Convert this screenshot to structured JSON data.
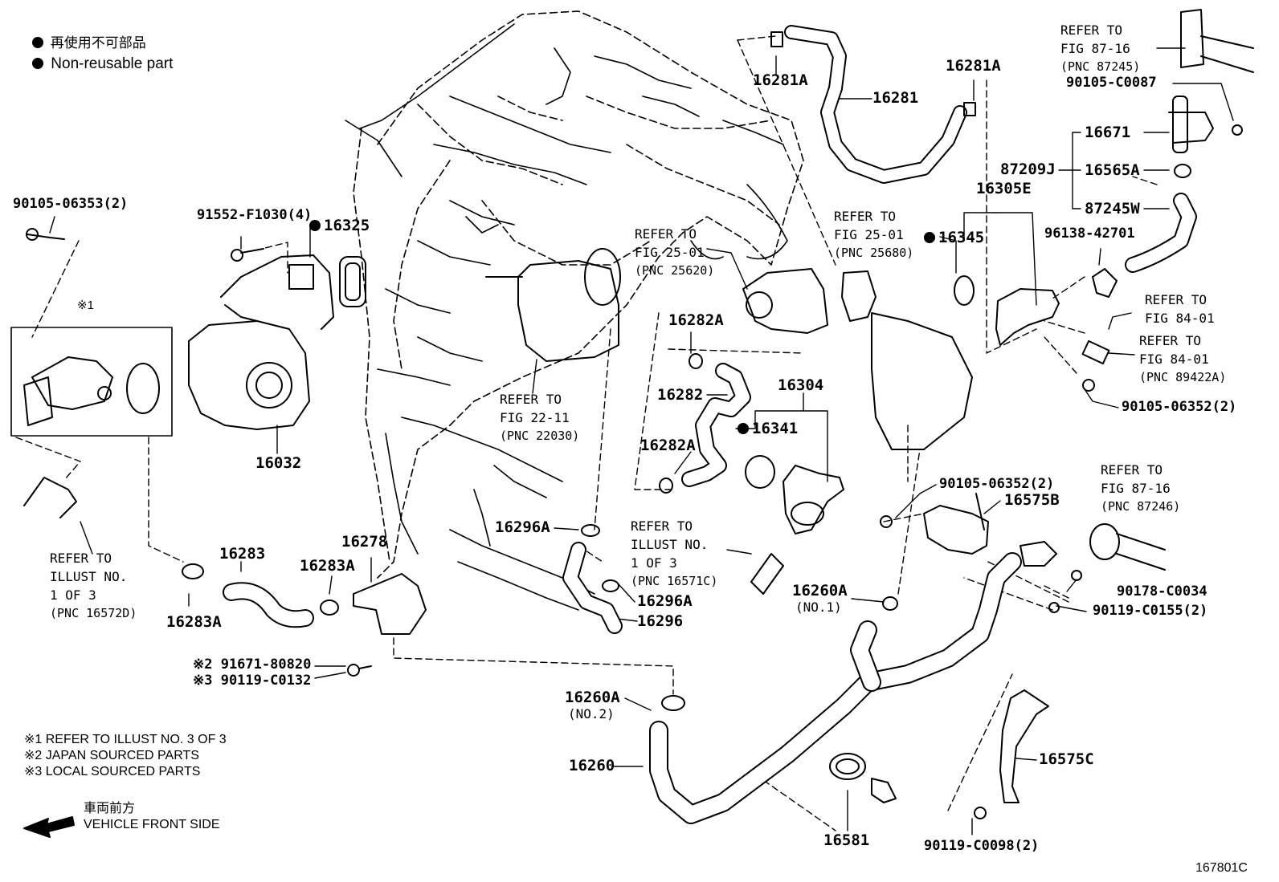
{
  "legend": {
    "non_reusable_jp": "再使用不可部品",
    "non_reusable_en": "Non-reusable part"
  },
  "notes": {
    "n1": "※1  REFER TO ILLUST NO. 3 OF 3",
    "n2": "※2  JAPAN SOURCED PARTS",
    "n3": "※3  LOCAL SOURCED PARTS",
    "front_jp": "車両前方",
    "front_en": "VEHICLE FRONT SIDE",
    "figure_id": "167801C"
  },
  "callouts": {
    "p90105_06353": "90105-06353(2)",
    "note1_marker": "※1",
    "p91552_F1030": "91552-F1030(4)",
    "p16325": "16325",
    "p16032": "16032",
    "p16283": "16283",
    "p16283A_left": "16283A",
    "p16283A_mid": "16283A",
    "p16278": "16278",
    "p91671_80820": "※2 91671-80820",
    "p90119_C0132": "※3 90119-C0132",
    "p16296A_top": "16296A",
    "p16296A_bot": "16296A",
    "p16296": "16296",
    "p16282A_top": "16282A",
    "p16282": "16282",
    "p16282A_bot": "16282A",
    "p16341": "16341",
    "p16304": "16304",
    "p16281A_left": "16281A",
    "p16281": "16281",
    "p16281A_right": "16281A",
    "p16345": "16345",
    "p16305E": "16305E",
    "p87209J": "87209J",
    "p16671": "16671",
    "p16565A": "16565A",
    "p87245W": "87245W",
    "p90105_C0087": "90105-C0087",
    "p96138_42701": "96138-42701",
    "p90105_06352_right": "90105-06352(2)",
    "p90105_06352_mid": "90105-06352(2)",
    "p16575B": "16575B",
    "p90178_C0034": "90178-C0034",
    "p90119_C0155": "90119-C0155(2)",
    "p16260A_no1": "16260A",
    "no1": "(NO.1)",
    "p16260A_no2": "16260A",
    "no2": "(NO.2)",
    "p16260": "16260",
    "p16581": "16581",
    "p16575C": "16575C",
    "p90119_C0098": "90119-C0098(2)"
  },
  "references": {
    "r_illust_left": [
      "REFER TO",
      "ILLUST NO.",
      "1 OF 3",
      "(PNC 16572D)"
    ],
    "r_illust_mid": [
      "REFER TO",
      "ILLUST NO.",
      "1 OF 3",
      "(PNC 16571C)"
    ],
    "r_fig2211": [
      "REFER TO",
      "FIG 22-11",
      "(PNC 22030)"
    ],
    "r_fig2501_a": [
      "REFER TO",
      "FIG 25-01",
      "(PNC 25620)"
    ],
    "r_fig2501_b": [
      "REFER TO",
      "FIG 25-01",
      "(PNC 25680)"
    ],
    "r_fig8716_top": [
      "REFER TO",
      "FIG 87-16",
      "(PNC 87245)"
    ],
    "r_fig8401_a": [
      "REFER TO",
      "FIG 84-01"
    ],
    "r_fig8401_b": [
      "REFER TO",
      "FIG 84-01",
      "(PNC 89422A)"
    ],
    "r_fig8716_bot": [
      "REFER TO",
      "FIG 87-16",
      "(PNC 87246)"
    ]
  }
}
